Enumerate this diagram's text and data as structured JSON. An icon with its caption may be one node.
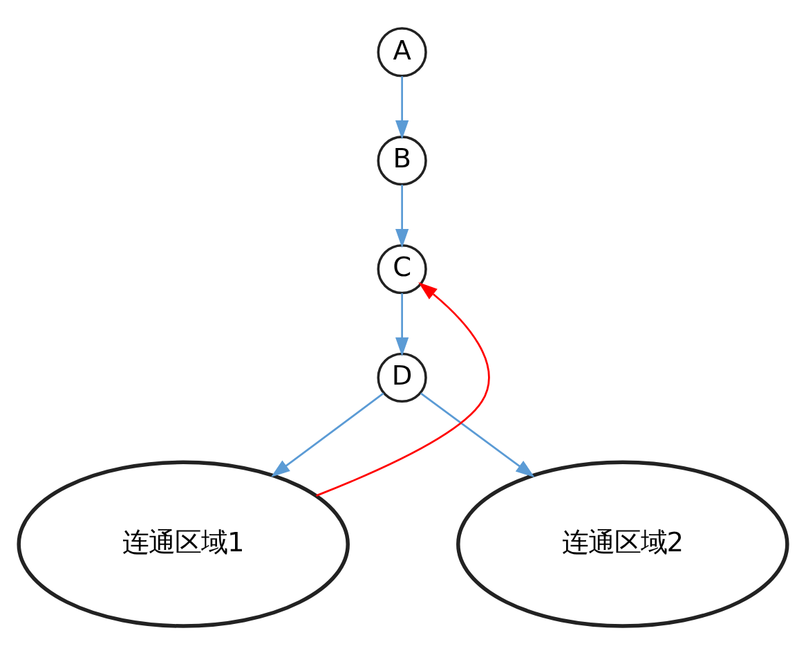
{
  "diagram": {
    "nodes": [
      {
        "text": [
          "A"
        ]
      },
      {
        "text": [
          "B"
        ]
      },
      {
        "text": [
          "C"
        ]
      },
      {
        "text": [
          "D"
        ]
      },
      {
        "text": [
          "连通区域1"
        ]
      },
      {
        "text": [
          "连通区域2"
        ]
      }
    ],
    "edges": [
      {
        "from": 0,
        "to": 1,
        "arrow": "to"
      },
      {
        "from": 1,
        "to": 2,
        "arrow": "to"
      },
      {
        "from": 2,
        "to": 3,
        "arrow": "to"
      },
      {
        "from": 3,
        "to": 4,
        "arrow": "to"
      },
      {
        "from": 3,
        "to": 5,
        "arrow": "to"
      },
      {
        "from": 4,
        "to": 2,
        "arrow": "to",
        "color": "#ff0000"
      }
    ]
  }
}
